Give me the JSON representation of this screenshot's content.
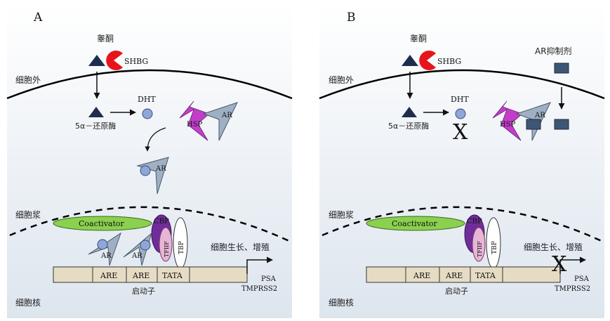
{
  "panels": [
    {
      "letter": "A",
      "testosterone": "睾酮",
      "shbg": "SHBG",
      "region_extracellular": "细胞外",
      "region_cytoplasm": "细胞浆",
      "region_nucleus": "细胞核",
      "dht": "DHT",
      "reductase": "5α－还原酶",
      "hsp": "HSP",
      "ar": "AR",
      "coactivator": "Coactivator",
      "cbp": "CBP",
      "tfiif": "TFIIF",
      "tbp": "TBP",
      "are1": "ARE",
      "are2": "ARE",
      "tata": "TATA",
      "promoter": "启动子",
      "growth": "细胞生长、增殖",
      "psa": "PSA",
      "tmprss2": "TMPRSS2"
    },
    {
      "letter": "B",
      "testosterone": "睾酮",
      "shbg": "SHBG",
      "region_extracellular": "细胞外",
      "region_cytoplasm": "细胞浆",
      "region_nucleus": "细胞核",
      "dht": "DHT",
      "reductase": "5α－还原酶",
      "hsp": "HSP",
      "ar": "AR",
      "ar_inhibitor": "AR抑制剂",
      "coactivator": "Coactivator",
      "cbp": "CBP",
      "tfiif": "TFIIF",
      "tbp": "TBP",
      "are1": "ARE",
      "are2": "ARE",
      "tata": "TATA",
      "promoter": "启动子",
      "growth": "细胞生长、增殖",
      "psa": "PSA",
      "tmprss2": "TMPRSS2",
      "block_mark": "X"
    }
  ],
  "colors": {
    "panel_top": "#ffffff",
    "panel_bottom": "#dfe6ee",
    "triangle_dark": "#1f2d4d",
    "pacman_red": "#e8141c",
    "dht_circle": "#8fa6d8",
    "ar_gray": "#9fb0c4",
    "hsp_magenta": "#c23ec9",
    "coactivator_green": "#8bd04e",
    "cbp_purple": "#6f2d9a",
    "tfiif_pink": "#e7b5d5",
    "promoter_tan": "#e6dcc4",
    "inhibitor_blue": "#3e5674",
    "x_red": "#ee1111"
  }
}
